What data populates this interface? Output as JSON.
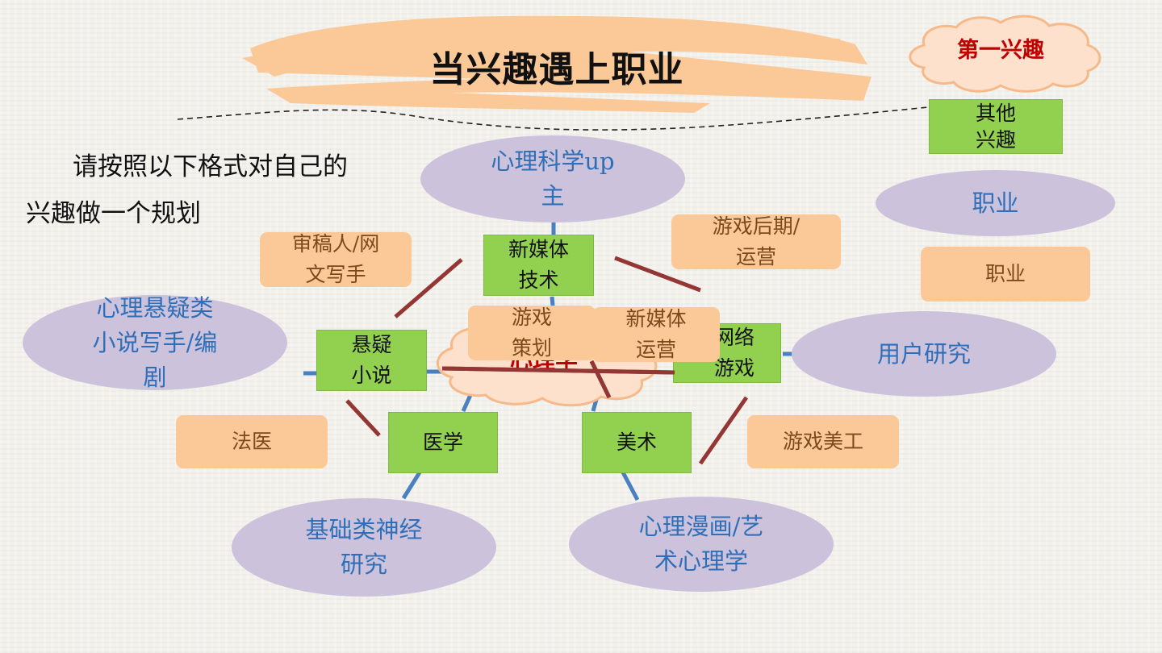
{
  "header": {
    "title": "当兴趣遇上职业",
    "badge": "第一兴趣"
  },
  "instruction": "请按照以下格式对自己的兴趣做一个规划",
  "center": {
    "label": "心理学"
  },
  "legend": {
    "other_interest": "其他\n兴趣",
    "career_ellipse": "职业",
    "career_box": "职业"
  },
  "interests": {
    "new_media": "新媒体\n技术",
    "suspense": "悬疑\n小说",
    "online_game": "网络\n游戏",
    "medicine": "医学",
    "art": "美术"
  },
  "careers": {
    "psych_up": "心理科学up\n主",
    "psych_novel": "心理悬疑类\n小说写手/编\n剧",
    "user_research": "用户研究",
    "neuro": "基础类神经\n研究",
    "psych_comic": "心理漫画/艺\n术心理学"
  },
  "jobs": {
    "reviewer": "审稿人/网\n文写手",
    "game_post": "游戏后期/\n运营",
    "forensic": "法医",
    "game_art": "游戏美工",
    "game_plan": "游戏\n策划",
    "new_media_ops": "新媒体\n运营"
  },
  "colors": {
    "ellipse_fill": "#ccc2dc",
    "ellipse_text": "#2f6fb8",
    "interest_fill": "#92d050",
    "job_fill": "#fbc998",
    "title_brush": "#fbc998",
    "badge_text": "#c00000",
    "blue_line": "#4a7fc0",
    "red_line": "#943634"
  }
}
